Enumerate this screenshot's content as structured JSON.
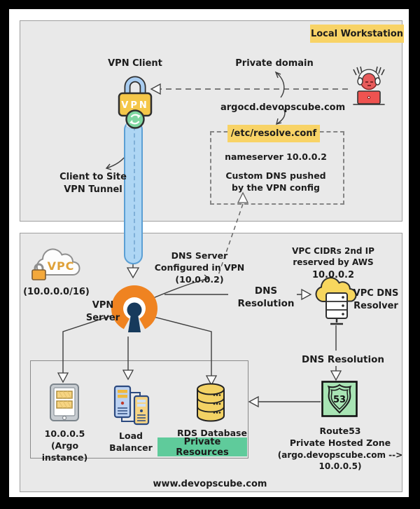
{
  "colors": {
    "accent_yellow": "#f8d366",
    "mint_green": "#5fcb9b",
    "route53_green": "#a8e4b4",
    "tunnel_blue": "#aed6f4",
    "openvpn_orange": "#ef8321",
    "person_red": "#e85b5b",
    "panel_gray": "#e9e9e9"
  },
  "workstation": {
    "badge": "Local Workstation",
    "vpn_client_label": "VPN Client",
    "vpn_lock_text": "VPN",
    "private_domain_label": "Private domain",
    "domain": "argocd.devopscube.com",
    "resolve_conf": "/etc/resolve.conf",
    "nameserver": "nameserver 10.0.0.2",
    "custom_dns_line1": "Custom DNS pushed",
    "custom_dns_line2": "by the VPN config",
    "tunnel_label_line1": "Client to Site",
    "tunnel_label_line2": "VPN Tunnel"
  },
  "vpc": {
    "cloud_text": "VPC",
    "cidr": "(10.0.0.0/16)",
    "dns_server_line1": "DNS Server",
    "dns_server_line2": "Configured in VPN",
    "dns_server_line3": "(10.0.0.2)",
    "vpn_server_line1": "VPN",
    "vpn_server_line2": "Server",
    "dns_resolution_line1": "DNS",
    "dns_resolution_line2": "Resolution",
    "vpc_cidr_line1": "VPC CIDRs 2nd IP",
    "vpc_cidr_line2": "reserved by AWS",
    "resolver_ip": "10.0.0.2",
    "resolver_line1": "VPC DNS",
    "resolver_line2": "Resolver",
    "dns_resolution2": "DNS Resolution",
    "route53_shield": "53",
    "route53_line1": "Route53",
    "route53_line2": "Private Hosted Zone",
    "route53_line3": "(argo.devopscube.com --> 10.0.0.5)",
    "instance_line1": "10.0.0.5",
    "instance_line2": "(Argo instance)",
    "lb_line1": "Load",
    "lb_line2": "Balancer",
    "rds_label": "RDS Database",
    "private_resources_label": "Private Resources"
  },
  "footer": "www.devopscube.com"
}
